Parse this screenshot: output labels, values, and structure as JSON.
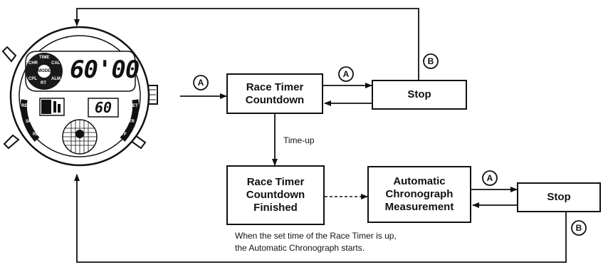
{
  "watch": {
    "display_top": "60'00",
    "display_small": "60",
    "mode_label": "MODE",
    "ring_labels": [
      "CHR",
      "TIME",
      "CAL",
      "ALM",
      "RT",
      "CPL"
    ],
    "left_labels": [
      "REL",
      "SPL",
      "RES"
    ],
    "right_labels": [
      "STP",
      "STR",
      "SET"
    ]
  },
  "boxes": {
    "countdown": "Race Timer\nCountdown",
    "stop_top": "Stop",
    "finished": "Race Timer\nCountdown\nFinished",
    "auto_chrono": "Automatic\nChronograph\nMeasurement",
    "stop_bottom": "Stop"
  },
  "buttons": {
    "a": "A",
    "b": "B"
  },
  "labels": {
    "time_up": "Time-up"
  },
  "note": "When the set time of the Race Timer is up,\nthe Automatic Chronograph starts."
}
